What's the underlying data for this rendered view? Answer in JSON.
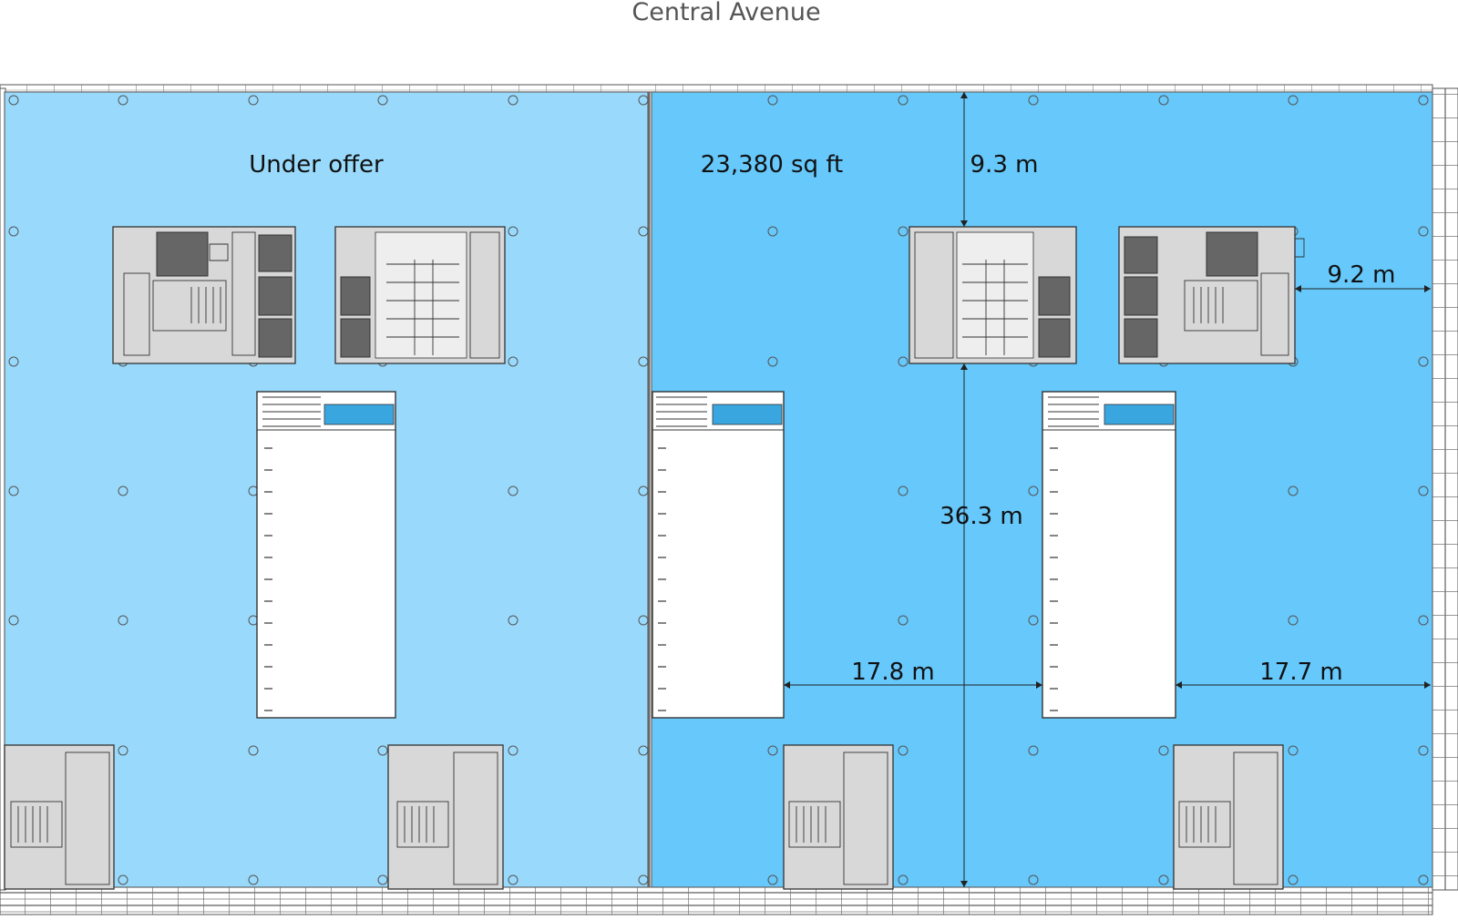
{
  "street_name": "Central Avenue",
  "units": [
    {
      "label": "Under offer",
      "color": "#99dafc"
    },
    {
      "label": "23,380 sq ft",
      "color": "#66c8fb"
    }
  ],
  "dimensions": {
    "top_depth": "9.3 m",
    "side_depth": "9.2 m",
    "total_depth": "36.3 m",
    "span_a": "17.8 m",
    "span_b": "17.7 m"
  },
  "colors": {
    "under_offer": "#99dafc",
    "available": "#66c8fb",
    "core_fill": "#d8d8d8",
    "lift_fill": "#666666",
    "outline": "#333333"
  }
}
